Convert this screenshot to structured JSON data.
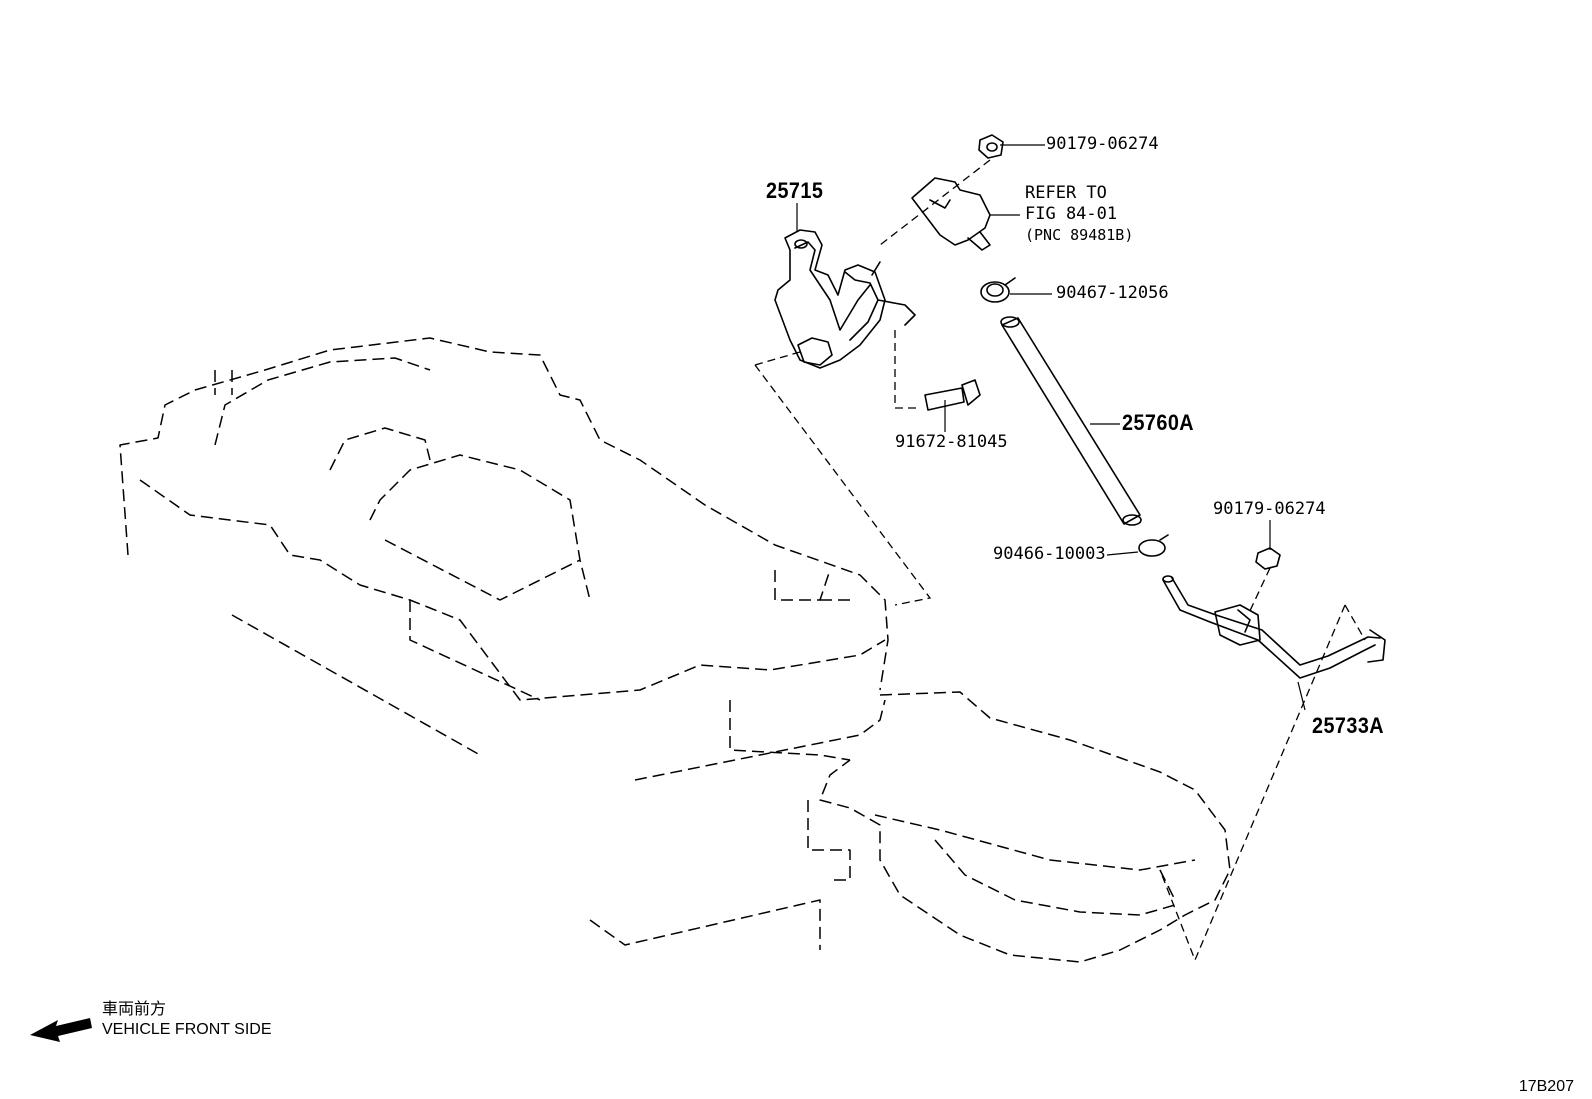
{
  "part_labels": {
    "p25715": "25715",
    "p90179_top": "90179-06274",
    "p90467": "90467-12056",
    "p91672": "91672-81045",
    "p25760A": "25760A",
    "p90179_bottom": "90179-06274",
    "p90466": "90466-10003",
    "p25733A": "25733A"
  },
  "reference_note": {
    "line1": "REFER TO",
    "line2": "FIG 84-01",
    "line3": "(PNC 89481B)"
  },
  "legend": {
    "japanese": "車両前方",
    "english": "VEHICLE FRONT SIDE",
    "icon": "front-arrow-icon"
  },
  "figure_id": "17B207"
}
